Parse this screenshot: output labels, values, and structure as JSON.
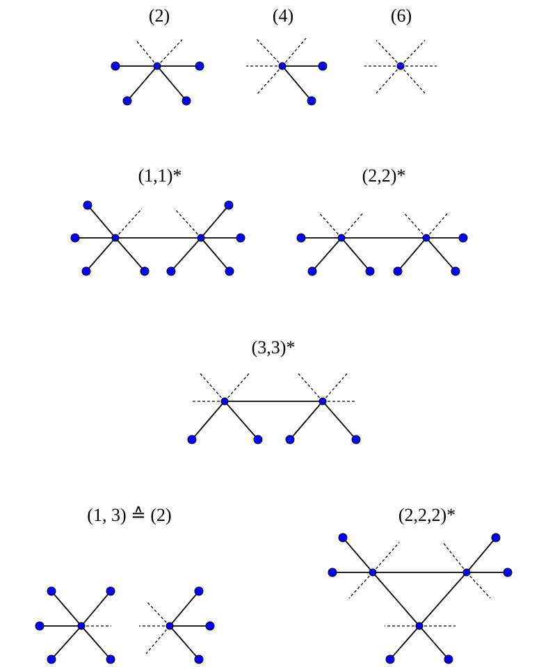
{
  "colors": {
    "node_fill": "#0000ff",
    "node_stroke": "#000000",
    "edge": "#000000",
    "background": "#ffffff"
  },
  "labels": {
    "g2": "(2)",
    "g4": "(4)",
    "g6": "(6)",
    "g11": "(1,1)*",
    "g22": "(2,2)*",
    "g33": "(3,3)*",
    "g13": "(1, 3) ≙ (2)",
    "g222": "(2,2,2)*"
  }
}
